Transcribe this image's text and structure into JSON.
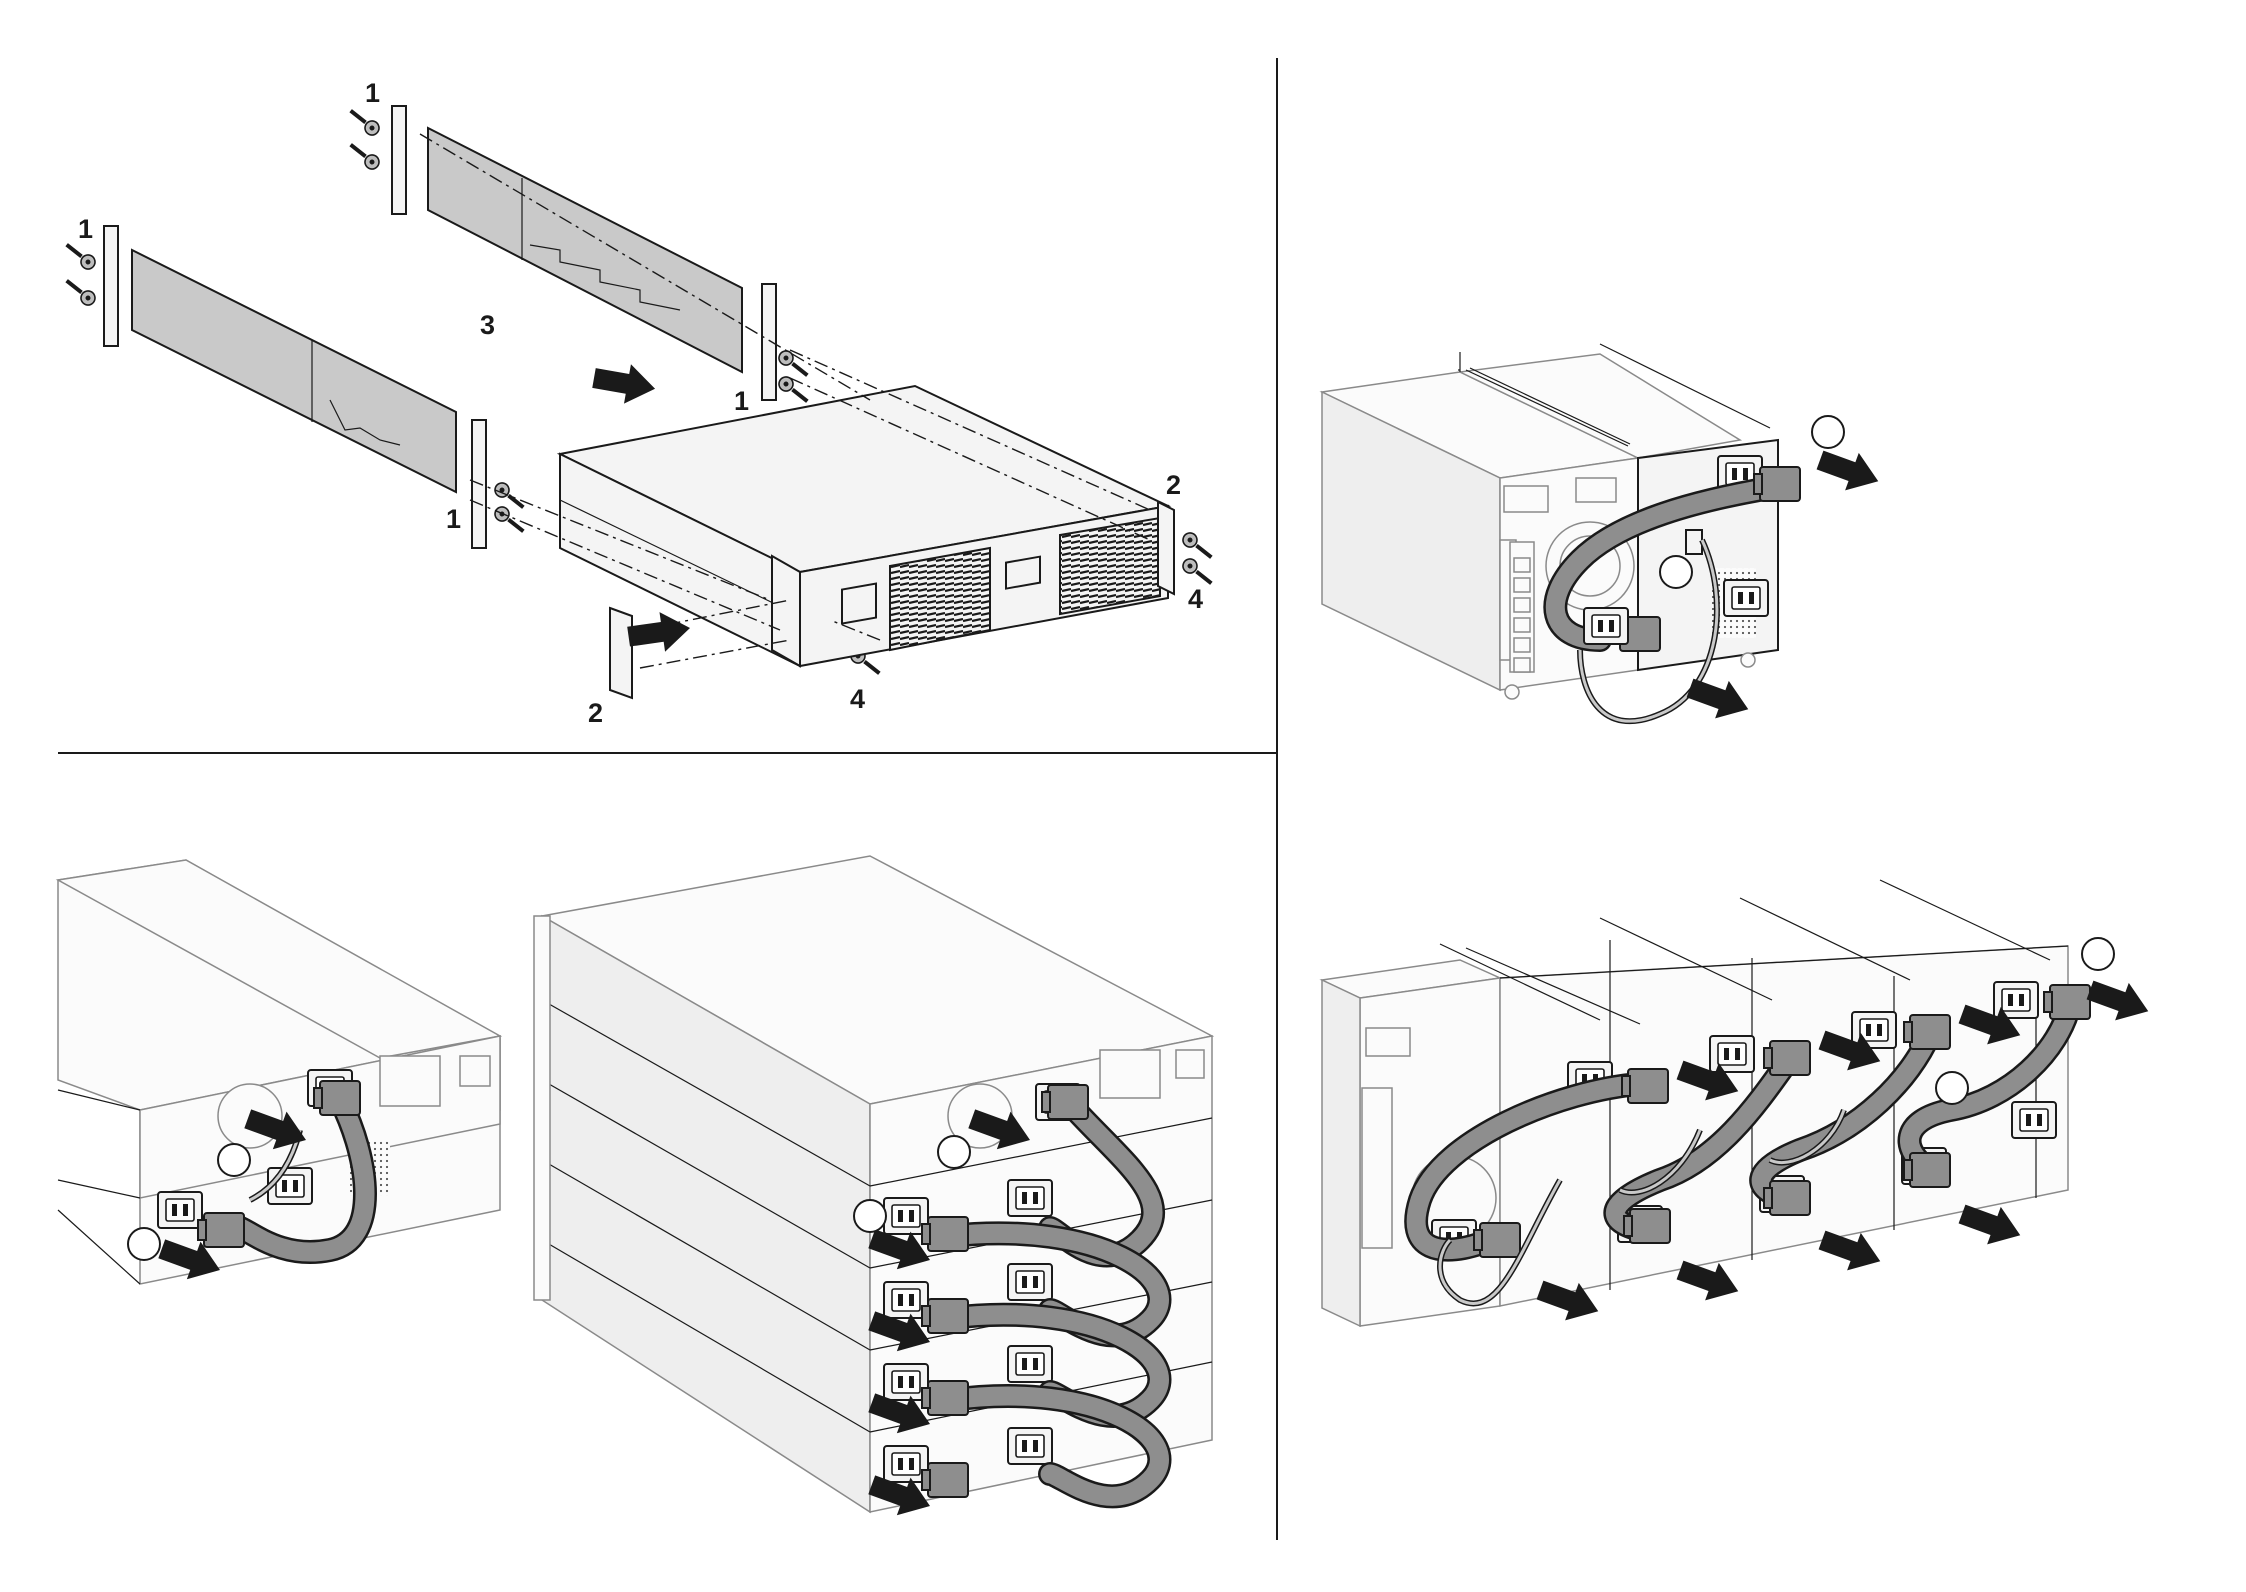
{
  "callouts": {
    "rail_screw_top": "1",
    "rail_screw_left": "1",
    "rail_screw_right": "1",
    "rail_screw_bottom": "1",
    "ear_right": "2",
    "ear_left": "2",
    "slide_in": "3",
    "front_screw_right": "4",
    "front_screw_bottom": "4"
  },
  "colors": {
    "ink": "#1a1a1a",
    "cable_fill": "#8e8e8e",
    "rail_fill": "#c9c9c9",
    "panel_fill": "#f4f4f4",
    "background": "#ffffff"
  },
  "icons": {
    "arrow": "filled-arrow-icon",
    "connector": "battery-connector-icon",
    "step_marker": "blank-circle-marker-icon"
  }
}
